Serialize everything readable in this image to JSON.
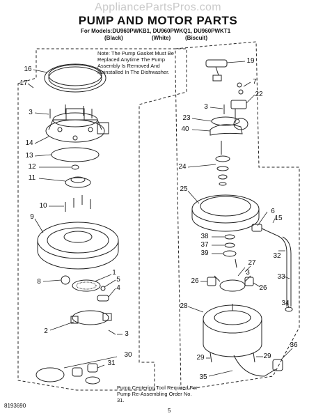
{
  "watermark": "AppliancePartsPros.com",
  "title": "PUMP AND MOTOR PARTS",
  "models_line": "For Models:DU960PWKB1, DU960PWKQ1, DU960PWKT1",
  "colors": [
    "(Black)",
    "(White)",
    "(Biscuit)"
  ],
  "note_top": "Note: The Pump Gasket Must Be Replaced Anytime The Pump Assembly Is Removed And Reinstalled In The Dishwasher.",
  "note_bottom": "Pump Centering Tool Required For Pump Re-Assembling Order No. 31.",
  "doc_number": "8193690",
  "page_number": "5",
  "callouts": {
    "c16": "16",
    "c17": "17",
    "c3a": "3",
    "c14": "14",
    "c13": "13",
    "c12": "12",
    "c11": "11",
    "c10": "10",
    "c9": "9",
    "c8": "8",
    "c1": "1",
    "c5": "5",
    "c4": "4",
    "c2": "2",
    "c3b": "3",
    "c30": "30",
    "c31": "31",
    "c19": "19",
    "c7": "7",
    "c22": "22",
    "c3c": "3",
    "c23": "23",
    "c40": "40",
    "c24": "24",
    "c25": "25",
    "c6": "6",
    "c15": "15",
    "c38": "38",
    "c37": "37",
    "c39": "39",
    "c3d": "3",
    "c27": "27",
    "c32": "32",
    "c26a": "26",
    "c26b": "26",
    "c33": "33",
    "c28": "28",
    "c34": "34",
    "c36": "36",
    "c29a": "29",
    "c29b": "29",
    "c35": "35"
  }
}
